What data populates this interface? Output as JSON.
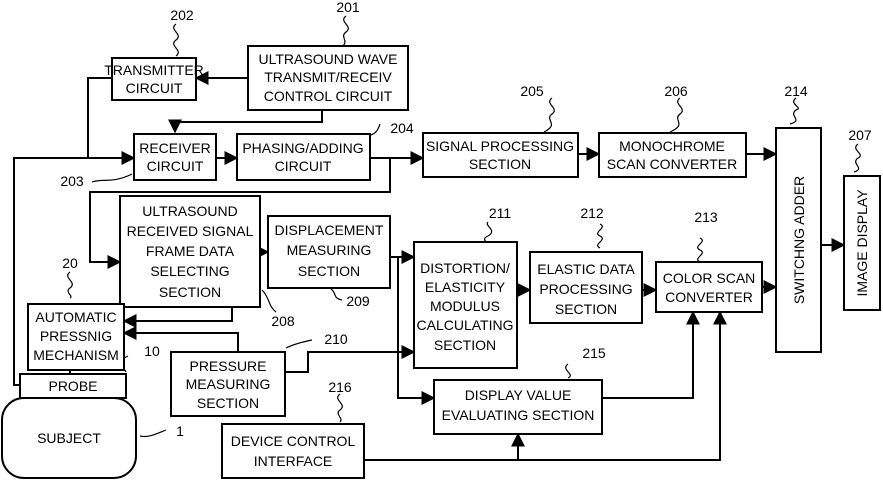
{
  "blocks": {
    "b201": {
      "ref": "201",
      "lines": [
        "ULTRASOUND WAVE",
        "TRANSMIT/RECEIV",
        "CONTROL CIRCUIT"
      ]
    },
    "b202": {
      "ref": "202",
      "lines": [
        "TRANSMITTER",
        "CIRCUIT"
      ]
    },
    "b203": {
      "ref": "203",
      "lines": [
        "RECEIVER",
        "CIRCUIT"
      ]
    },
    "b204": {
      "ref": "204",
      "lines": [
        "PHASING/ADDING",
        "CIRCUIT"
      ]
    },
    "b205": {
      "ref": "205",
      "lines": [
        "SIGNAL PROCESSING",
        "SECTION"
      ]
    },
    "b206": {
      "ref": "206",
      "lines": [
        "MONOCHROME",
        "SCAN CONVERTER"
      ]
    },
    "b208": {
      "ref": "208",
      "lines": [
        "ULTRASOUND",
        "RECEIVED SIGNAL",
        "FRAME DATA",
        "SELECTING",
        "SECTION"
      ]
    },
    "b209": {
      "ref": "209",
      "lines": [
        "DISPLACEMENT",
        "MEASURING",
        "SECTION"
      ]
    },
    "b211": {
      "ref": "211",
      "lines": [
        "DISTORTION/",
        "ELASTICITY",
        "MODULUS",
        "CALCULATING",
        "SECTION"
      ]
    },
    "b212": {
      "ref": "212",
      "lines": [
        "ELASTIC DATA",
        "PROCESSING",
        "SECTION"
      ]
    },
    "b213": {
      "ref": "213",
      "lines": [
        "COLOR SCAN",
        "CONVERTER"
      ]
    },
    "b214": {
      "ref": "214",
      "lines": [
        "SWITCHNG ADDER"
      ]
    },
    "b207": {
      "ref": "207",
      "lines": [
        "IMAGE DISPLAY"
      ]
    },
    "b20": {
      "ref": "20",
      "lines": [
        "AUTOMATIC",
        "PRESSNIG",
        "MECHANISM"
      ]
    },
    "b210": {
      "ref": "210",
      "lines": [
        "PRESSURE",
        "MEASURING",
        "SECTION"
      ]
    },
    "b215": {
      "ref": "215",
      "lines": [
        "DISPLAY VALUE",
        "EVALUATING SECTION"
      ]
    },
    "b216": {
      "ref": "216",
      "lines": [
        "DEVICE CONTROL",
        "INTERFACE"
      ]
    },
    "b10": {
      "ref": "10",
      "lines": [
        "PROBE"
      ]
    },
    "b1": {
      "ref": "1",
      "lines": [
        "SUBJECT"
      ]
    }
  }
}
